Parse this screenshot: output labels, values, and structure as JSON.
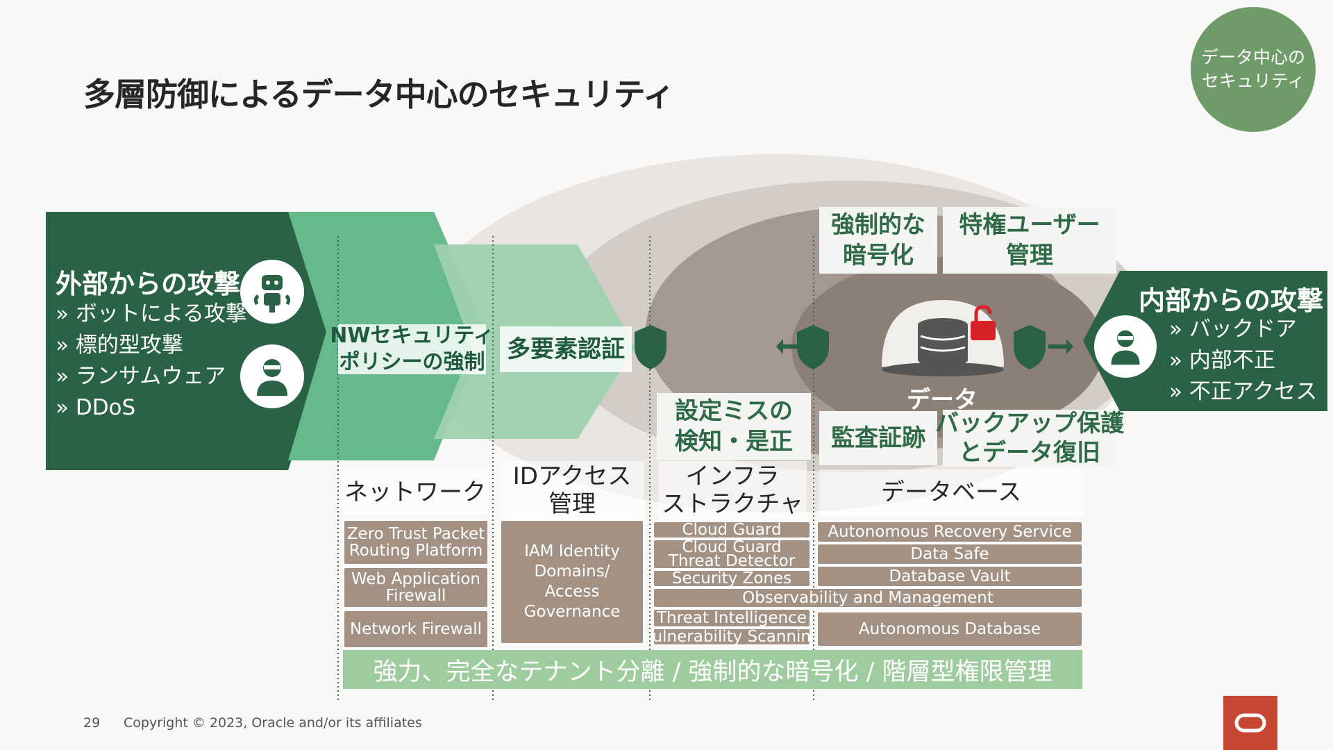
{
  "title": "多層防御によるデータ中心のセキュリティ",
  "badge": {
    "line1": "データ中心の",
    "line2": "セキュリティ"
  },
  "external": {
    "title": "外部からの攻撃",
    "items": [
      "» ボットによる攻撃",
      "» 標的型攻撃",
      "» ランサムウェア",
      "» DDoS"
    ]
  },
  "internal": {
    "title": "内部からの攻撃",
    "items": [
      "» バックドア",
      "» 内部不正",
      "» 不正アクセス"
    ]
  },
  "layers": {
    "nw_policy": {
      "line1": "NWセキュリティ",
      "line2": "ポリシーの強制"
    },
    "mfa": "多要素認証",
    "misconfig": {
      "line1": "設定ミスの",
      "line2": "検知・是正"
    },
    "encryption": {
      "line1": "強制的な",
      "line2": "暗号化"
    },
    "privileged": {
      "line1": "特権ユーザー",
      "line2": "管理"
    },
    "audit": "監査証跡",
    "backup": {
      "line1": "バックアップ保護",
      "line2": "とデータ復旧"
    },
    "data": "データ"
  },
  "columns": {
    "network": "ネットワーク",
    "id": {
      "line1": "IDアクセス",
      "line2": "管理"
    },
    "infra": {
      "line1": "インフラ",
      "line2": "ストラクチャ"
    },
    "database": "データベース"
  },
  "services": {
    "network": [
      {
        "line1": "Zero Trust Packet",
        "line2": "Routing Platform"
      },
      {
        "line1": "Web Application",
        "line2": "Firewall"
      },
      {
        "line1": "Network Firewall"
      }
    ],
    "id": {
      "line1": "IAM Identity",
      "line2": "Domains/",
      "line3": "Access",
      "line4": "Governance"
    },
    "infra": {
      "cloud_guard": "Cloud Guard",
      "threat_detector": {
        "line1": "Cloud Guard",
        "line2": "Threat Detector"
      },
      "security_zones": "Security Zones",
      "threat_intel": "Threat Intelligence",
      "vuln_scan": "Vulnerability Scanning"
    },
    "observability": "Observability and Management",
    "database": [
      "Autonomous Recovery Service",
      "Data Safe",
      "Database Vault",
      "Autonomous Database"
    ]
  },
  "bottom_bar": "強力、完全なテナント分離 / 強制的な暗号化 / 階層型権限管理",
  "footer": {
    "page": "29",
    "copyright": "Copyright © 2023, Oracle and/or its affiliates"
  },
  "colors": {
    "dark_green": "#2a6245",
    "mid_green": "#66b98a",
    "light_green": "#9fd1ae",
    "taupe": "#a39184",
    "oracle_red": "#c74634"
  }
}
